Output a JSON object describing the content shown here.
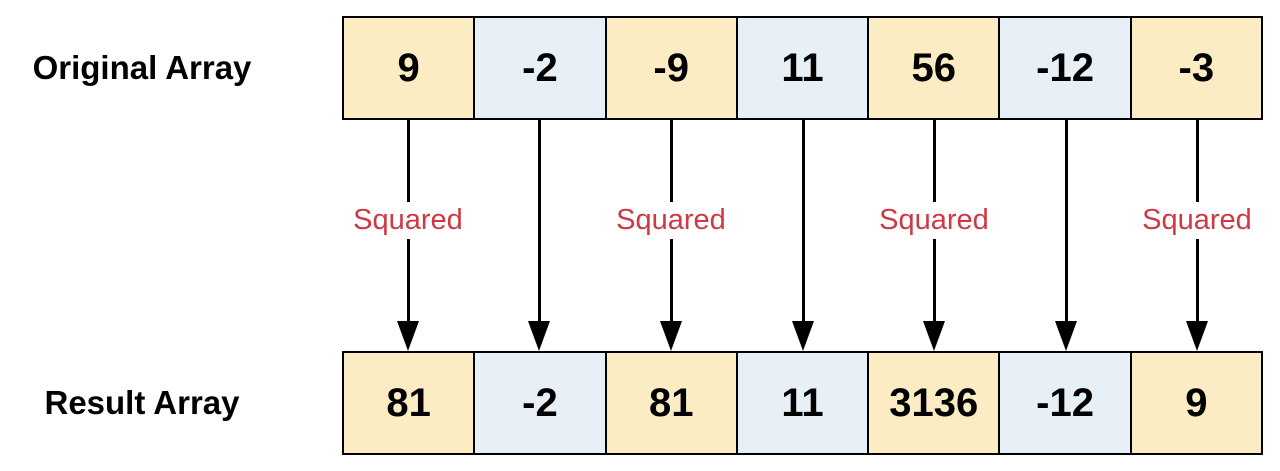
{
  "diagram": {
    "original_array": {
      "label": "Original Array",
      "cells": [
        "9",
        "-2",
        "-9",
        "11",
        "56",
        "-12",
        "-3"
      ]
    },
    "result_array": {
      "label": "Result Array",
      "cells": [
        "81",
        "-2",
        "81",
        "11",
        "3136",
        "-12",
        "9"
      ]
    },
    "arrow_labels": [
      "Squared",
      "Squared",
      "Squared",
      "Squared"
    ],
    "colors": {
      "cell_highlight": "#FCECC4",
      "cell_alternate": "#E7F0F7",
      "cell_border": "#000000",
      "arrow": "#000000",
      "squared_label_text": "#CE3944",
      "value_text": "#000000",
      "background": "#FFFFFF"
    }
  }
}
